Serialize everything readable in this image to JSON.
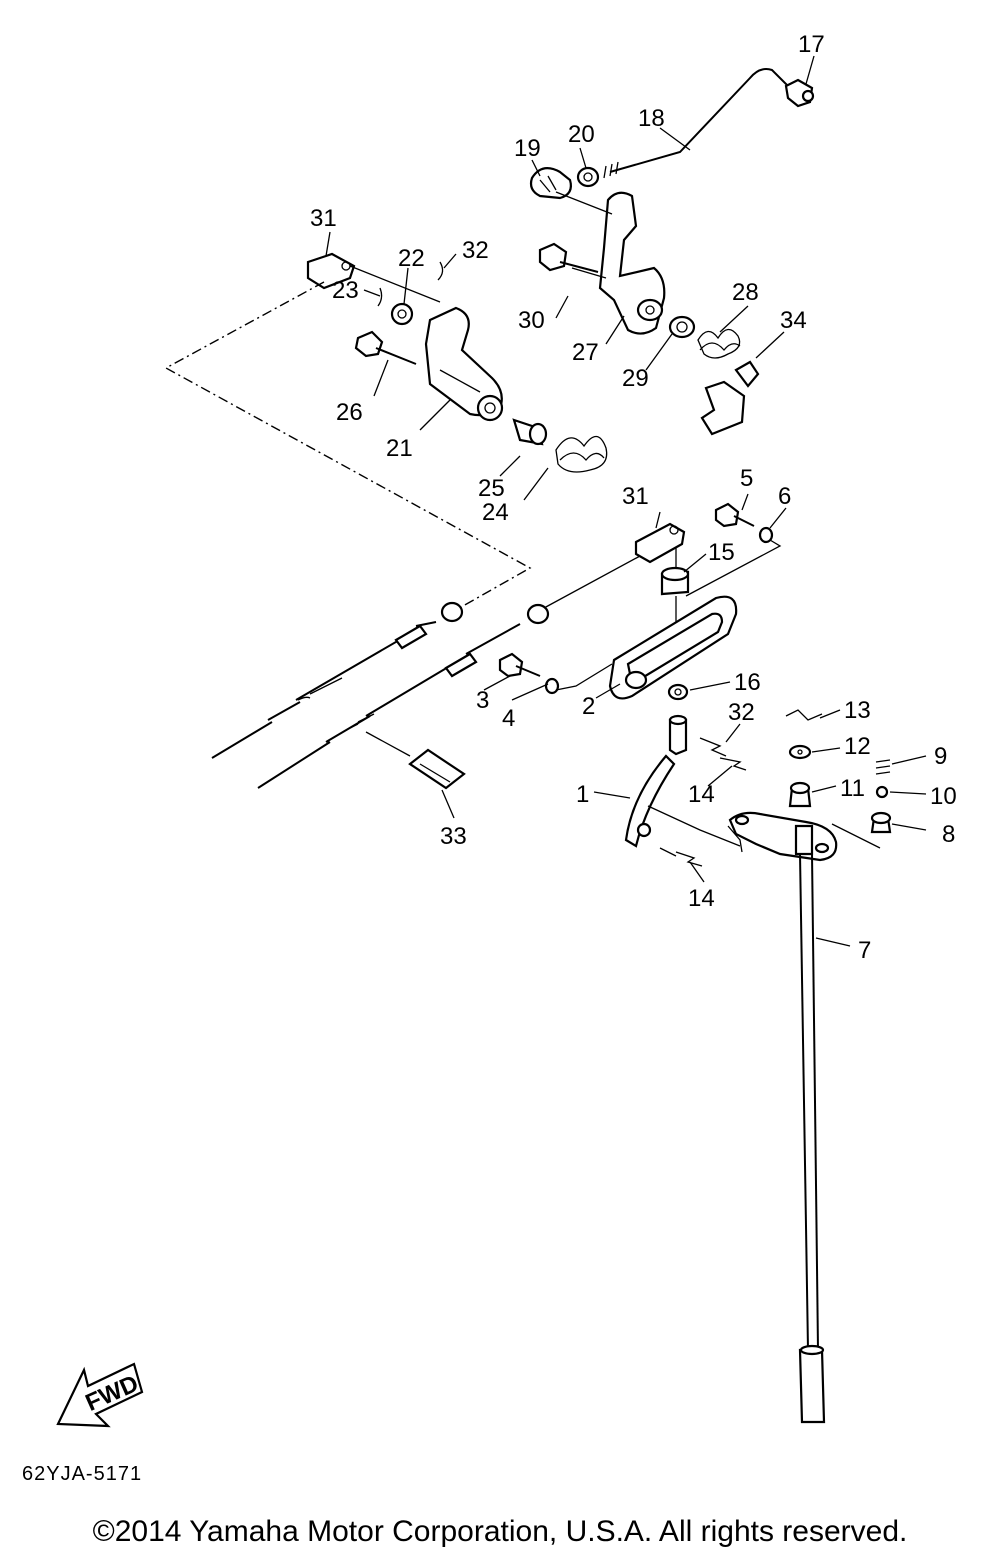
{
  "diagram": {
    "code": "62YJA-5171",
    "copyright": "©2014 Yamaha Motor Corporation, U.S.A. All rights reserved.",
    "fwd_label": "FWD",
    "callouts": {
      "c1": "1",
      "c2": "2",
      "c3": "3",
      "c4": "4",
      "c5": "5",
      "c6": "6",
      "c7": "7",
      "c8": "8",
      "c9": "9",
      "c10": "10",
      "c11": "11",
      "c12": "12",
      "c13": "13",
      "c14a": "14",
      "c14b": "14",
      "c15": "15",
      "c16": "16",
      "c17": "17",
      "c18": "18",
      "c19": "19",
      "c20": "20",
      "c21": "21",
      "c22": "22",
      "c23": "23",
      "c24": "24",
      "c25": "25",
      "c26": "26",
      "c27": "27",
      "c28": "28",
      "c29": "29",
      "c30": "30",
      "c31a": "31",
      "c31b": "31",
      "c32a": "32",
      "c32b": "32",
      "c33": "33",
      "c34": "34"
    }
  }
}
